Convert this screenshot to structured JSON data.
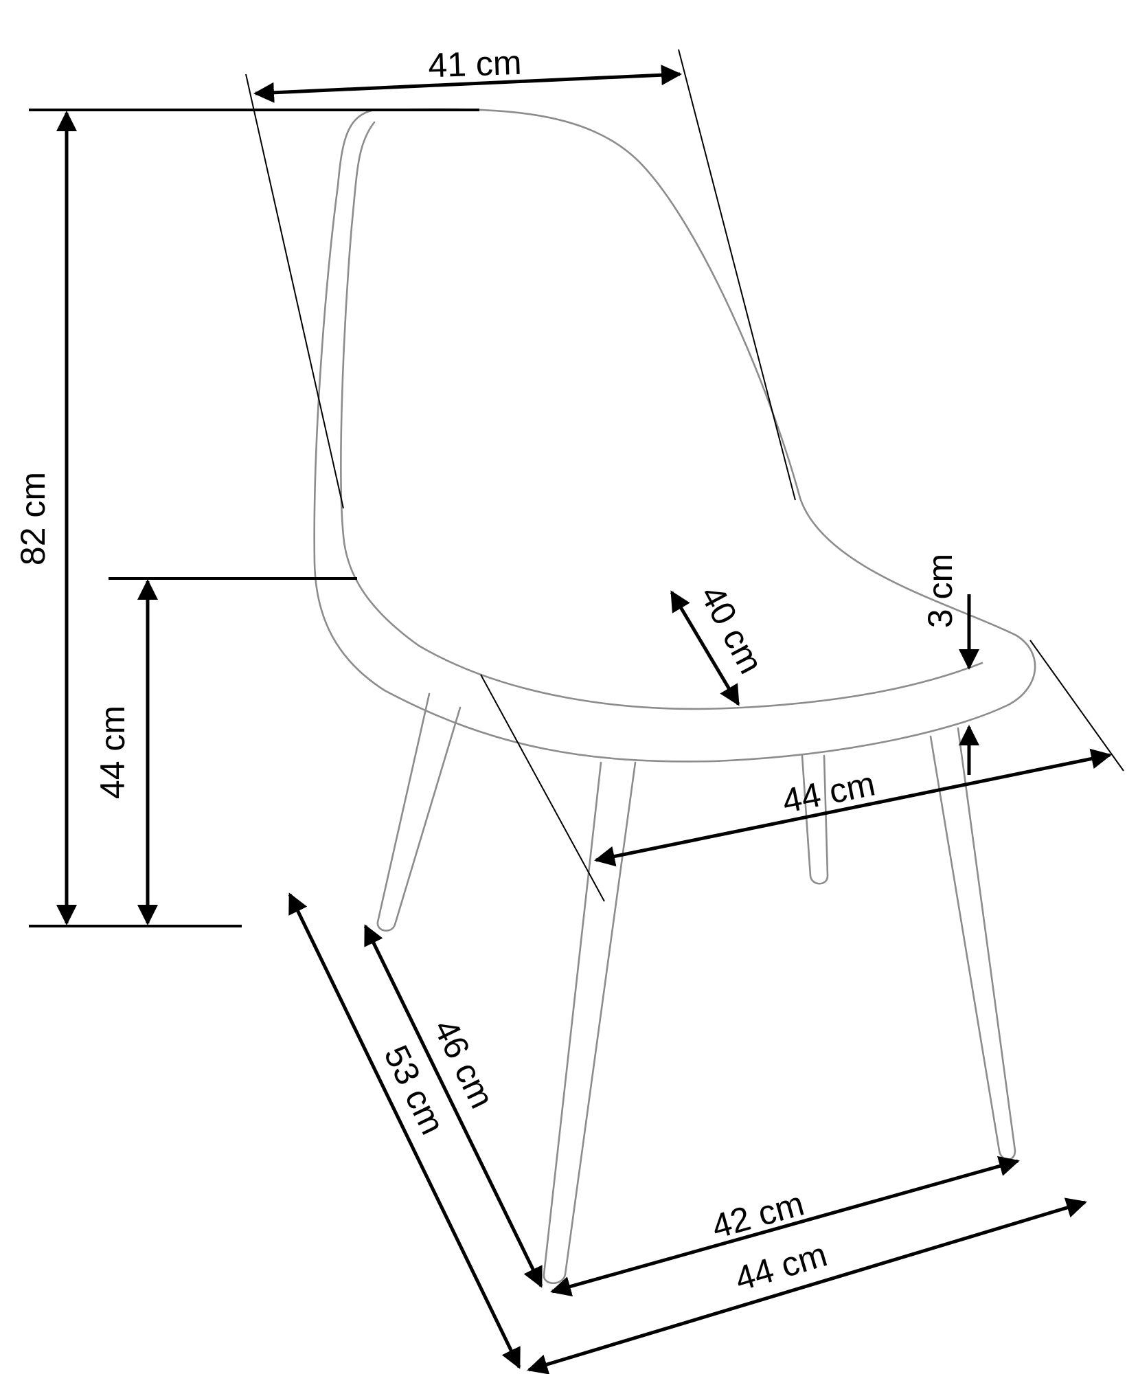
{
  "dimensions": {
    "seat_back_width": "41 cm",
    "total_height": "82 cm",
    "seat_height": "44 cm",
    "seat_depth": "40 cm",
    "seat_thickness": "3 cm",
    "seat_width": "44 cm",
    "leg_depth_inner": "46 cm",
    "leg_depth_outer": "53 cm",
    "leg_width_inner": "42 cm",
    "leg_width_outer": "44 cm"
  }
}
